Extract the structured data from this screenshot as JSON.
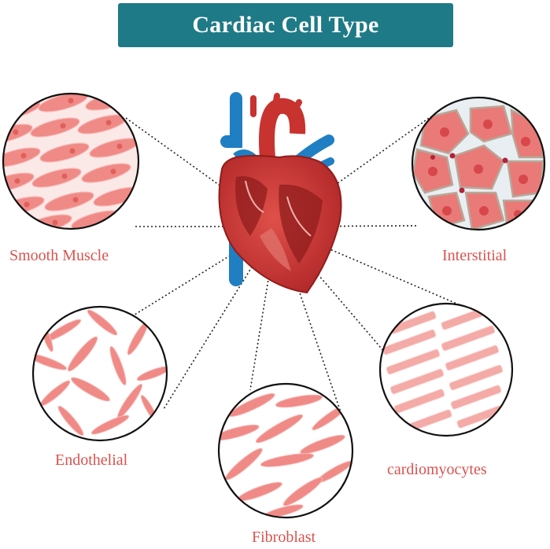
{
  "title": "Cardiac Cell Type",
  "cells": [
    {
      "id": "smooth-muscle",
      "label": "Smooth Muscle"
    },
    {
      "id": "interstitial",
      "label": "Interstitial"
    },
    {
      "id": "endothelial",
      "label": "Endothelial"
    },
    {
      "id": "fibroblast",
      "label": "Fibroblast"
    },
    {
      "id": "cardiomyocytes",
      "label": "cardiomyocytes"
    }
  ],
  "colors": {
    "banner": "#1e7a86",
    "label": "#d9534f",
    "cell_fill": "#f08a86",
    "cell_light": "#f7c2bf",
    "heart_red": "#c8322f",
    "heart_dark": "#8f1d1c",
    "vessel_blue": "#1f7fc2"
  }
}
